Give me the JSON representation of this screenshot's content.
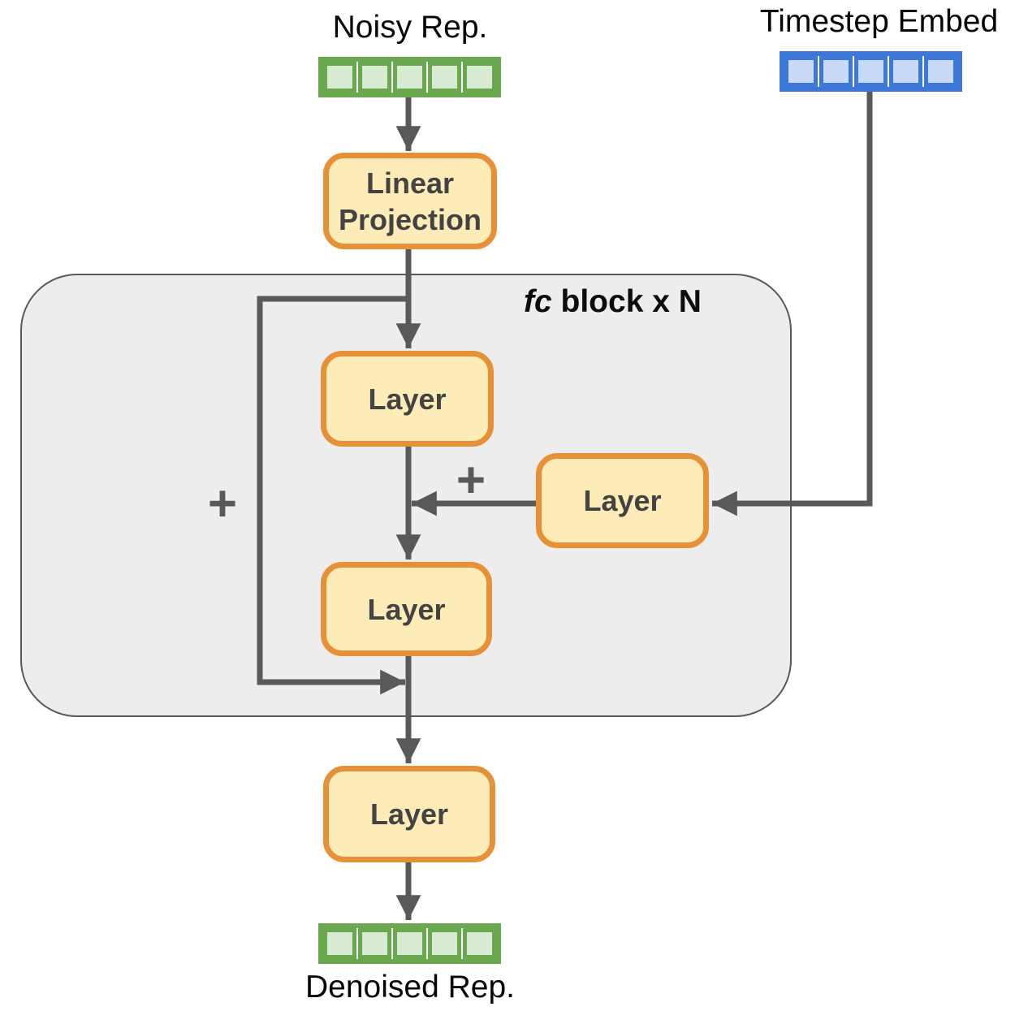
{
  "labels": {
    "noisy_rep": "Noisy Rep.",
    "timestep_embed": "Timestep Embed",
    "denoised_rep": "Denoised Rep.",
    "fc_block_italic": "fc",
    "fc_block_rest": " block x N",
    "linear_projection": "Linear Projection",
    "layer_in": "Layer",
    "layer_timestep": "Layer",
    "layer_mid": "Layer",
    "layer_out": "Layer",
    "plus_skip": "+",
    "plus_add": "+"
  },
  "bars": {
    "noisy_rep": {
      "cells": 5,
      "border_color": "#6aa84f",
      "fill_color": "#d9ead3"
    },
    "timestep_embed": {
      "cells": 5,
      "border_color": "#3c78d8",
      "fill_color": "#c9daf8"
    },
    "denoised_rep": {
      "cells": 5,
      "border_color": "#6aa84f",
      "fill_color": "#d9ead3"
    }
  },
  "colors": {
    "layer_box_border": "#e69138",
    "layer_box_fill": "#fdecb8",
    "layer_box_text": "#434343",
    "fc_block_fill": "#ededed",
    "fc_block_border": "#595959",
    "arrow": "#595959",
    "label_text": "#050505"
  }
}
